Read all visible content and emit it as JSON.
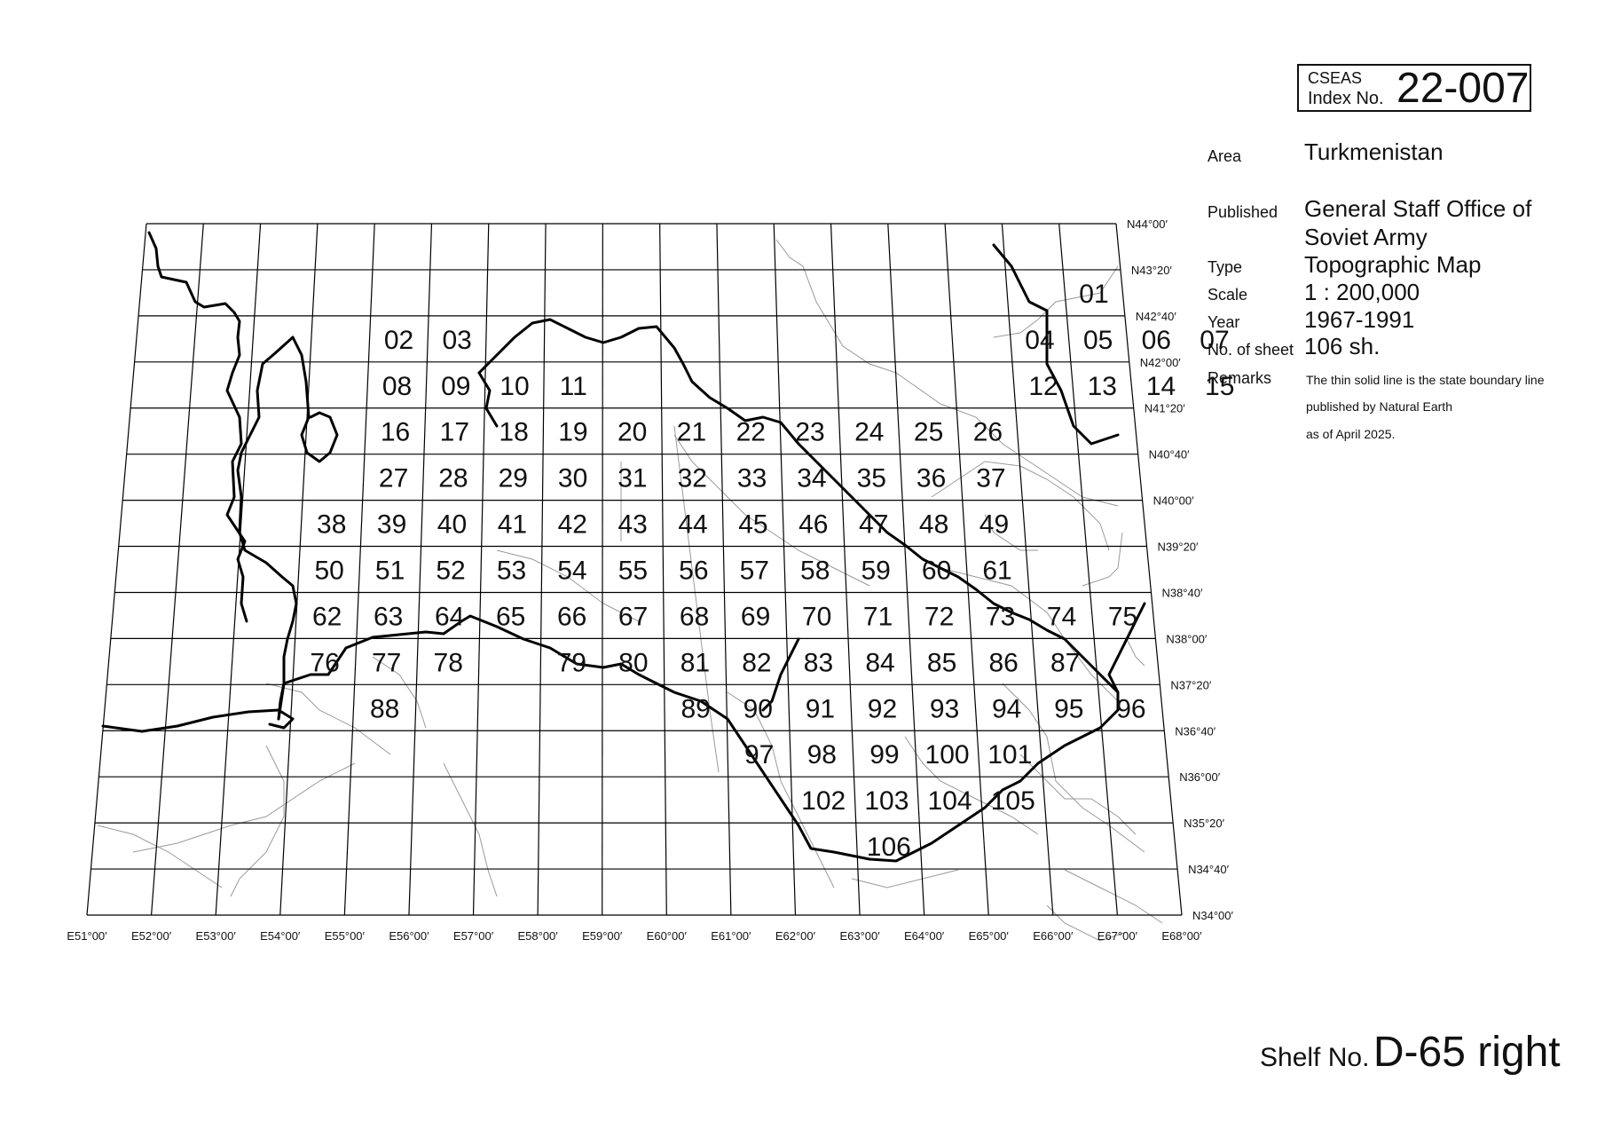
{
  "index_box": {
    "org": "CSEAS",
    "label": "Index No.",
    "number": "22-007"
  },
  "info": [
    {
      "key": "Area",
      "value": "Turkmenistan"
    },
    {
      "key": "Published",
      "value": [
        "General Staff Office of",
        "Soviet Army"
      ]
    },
    {
      "key": "Type",
      "value": "Topographic Map"
    },
    {
      "key": "Scale",
      "value": "1 : 200,000"
    },
    {
      "key": "Year",
      "value": "1967-1991"
    },
    {
      "key": "No. of sheet",
      "value": "106 sh."
    },
    {
      "key": "Remarks",
      "value": [
        "The thin solid line is the state boundary line",
        "published by Natural Earth",
        "as of April 2025."
      ]
    }
  ],
  "shelf": {
    "label": "Shelf No.",
    "value": "D-65 right"
  },
  "map": {
    "lon_labels": [
      "E51°00′",
      "E52°00′",
      "E53°00′",
      "E54°00′",
      "E55°00′",
      "E56°00′",
      "E57°00′",
      "E58°00′",
      "E59°00′",
      "E60°00′",
      "E61°00′",
      "E62°00′",
      "E63°00′",
      "E64°00′",
      "E65°00′",
      "E66°00′",
      "E67°00′",
      "E68°00′"
    ],
    "lat_labels": [
      "N44°00′",
      "N43°20′",
      "N42°40′",
      "N42°00′",
      "N41°20′",
      "N40°40′",
      "N40°00′",
      "N39°20′",
      "N38°40′",
      "N38°00′",
      "N37°20′",
      "N36°40′",
      "N36°00′",
      "N35°20′",
      "N34°40′",
      "N34°00′"
    ],
    "sheets": [
      {
        "n": "01",
        "row": 1,
        "col": 16
      },
      {
        "n": "02",
        "row": 2,
        "col": 4
      },
      {
        "n": "03",
        "row": 2,
        "col": 5
      },
      {
        "n": "04",
        "row": 2,
        "col": 15
      },
      {
        "n": "05",
        "row": 2,
        "col": 16
      },
      {
        "n": "06",
        "row": 2,
        "col": 17
      },
      {
        "n": "07",
        "row": 2,
        "col": 18
      },
      {
        "n": "08",
        "row": 3,
        "col": 4
      },
      {
        "n": "09",
        "row": 3,
        "col": 5
      },
      {
        "n": "10",
        "row": 3,
        "col": 6
      },
      {
        "n": "11",
        "row": 3,
        "col": 7
      },
      {
        "n": "12",
        "row": 3,
        "col": 15
      },
      {
        "n": "13",
        "row": 3,
        "col": 16
      },
      {
        "n": "14",
        "row": 3,
        "col": 17
      },
      {
        "n": "15",
        "row": 3,
        "col": 18
      },
      {
        "n": "16",
        "row": 4,
        "col": 4
      },
      {
        "n": "17",
        "row": 4,
        "col": 5
      },
      {
        "n": "18",
        "row": 4,
        "col": 6
      },
      {
        "n": "19",
        "row": 4,
        "col": 7
      },
      {
        "n": "20",
        "row": 4,
        "col": 8
      },
      {
        "n": "21",
        "row": 4,
        "col": 9
      },
      {
        "n": "22",
        "row": 4,
        "col": 10
      },
      {
        "n": "23",
        "row": 4,
        "col": 11
      },
      {
        "n": "24",
        "row": 4,
        "col": 12
      },
      {
        "n": "25",
        "row": 4,
        "col": 13
      },
      {
        "n": "26",
        "row": 4,
        "col": 14
      },
      {
        "n": "27",
        "row": 5,
        "col": 4
      },
      {
        "n": "28",
        "row": 5,
        "col": 5
      },
      {
        "n": "29",
        "row": 5,
        "col": 6
      },
      {
        "n": "30",
        "row": 5,
        "col": 7
      },
      {
        "n": "31",
        "row": 5,
        "col": 8
      },
      {
        "n": "32",
        "row": 5,
        "col": 9
      },
      {
        "n": "33",
        "row": 5,
        "col": 10
      },
      {
        "n": "34",
        "row": 5,
        "col": 11
      },
      {
        "n": "35",
        "row": 5,
        "col": 12
      },
      {
        "n": "36",
        "row": 5,
        "col": 13
      },
      {
        "n": "37",
        "row": 5,
        "col": 14
      },
      {
        "n": "38",
        "row": 6,
        "col": 3
      },
      {
        "n": "39",
        "row": 6,
        "col": 4
      },
      {
        "n": "40",
        "row": 6,
        "col": 5
      },
      {
        "n": "41",
        "row": 6,
        "col": 6
      },
      {
        "n": "42",
        "row": 6,
        "col": 7
      },
      {
        "n": "43",
        "row": 6,
        "col": 8
      },
      {
        "n": "44",
        "row": 6,
        "col": 9
      },
      {
        "n": "45",
        "row": 6,
        "col": 10
      },
      {
        "n": "46",
        "row": 6,
        "col": 11
      },
      {
        "n": "47",
        "row": 6,
        "col": 12
      },
      {
        "n": "48",
        "row": 6,
        "col": 13
      },
      {
        "n": "49",
        "row": 6,
        "col": 14
      },
      {
        "n": "50",
        "row": 7,
        "col": 3
      },
      {
        "n": "51",
        "row": 7,
        "col": 4
      },
      {
        "n": "52",
        "row": 7,
        "col": 5
      },
      {
        "n": "53",
        "row": 7,
        "col": 6
      },
      {
        "n": "54",
        "row": 7,
        "col": 7
      },
      {
        "n": "55",
        "row": 7,
        "col": 8
      },
      {
        "n": "56",
        "row": 7,
        "col": 9
      },
      {
        "n": "57",
        "row": 7,
        "col": 10
      },
      {
        "n": "58",
        "row": 7,
        "col": 11
      },
      {
        "n": "59",
        "row": 7,
        "col": 12
      },
      {
        "n": "60",
        "row": 7,
        "col": 13
      },
      {
        "n": "61",
        "row": 7,
        "col": 14
      },
      {
        "n": "62",
        "row": 8,
        "col": 3
      },
      {
        "n": "63",
        "row": 8,
        "col": 4
      },
      {
        "n": "64",
        "row": 8,
        "col": 5
      },
      {
        "n": "65",
        "row": 8,
        "col": 6
      },
      {
        "n": "66",
        "row": 8,
        "col": 7
      },
      {
        "n": "67",
        "row": 8,
        "col": 8
      },
      {
        "n": "68",
        "row": 8,
        "col": 9
      },
      {
        "n": "69",
        "row": 8,
        "col": 10
      },
      {
        "n": "70",
        "row": 8,
        "col": 11
      },
      {
        "n": "71",
        "row": 8,
        "col": 12
      },
      {
        "n": "72",
        "row": 8,
        "col": 13
      },
      {
        "n": "73",
        "row": 8,
        "col": 14
      },
      {
        "n": "74",
        "row": 8,
        "col": 15
      },
      {
        "n": "75",
        "row": 8,
        "col": 16
      },
      {
        "n": "76",
        "row": 9,
        "col": 3
      },
      {
        "n": "77",
        "row": 9,
        "col": 4
      },
      {
        "n": "78",
        "row": 9,
        "col": 5
      },
      {
        "n": "79",
        "row": 9,
        "col": 7
      },
      {
        "n": "80",
        "row": 9,
        "col": 8
      },
      {
        "n": "81",
        "row": 9,
        "col": 9
      },
      {
        "n": "82",
        "row": 9,
        "col": 10
      },
      {
        "n": "83",
        "row": 9,
        "col": 11
      },
      {
        "n": "84",
        "row": 9,
        "col": 12
      },
      {
        "n": "85",
        "row": 9,
        "col": 13
      },
      {
        "n": "86",
        "row": 9,
        "col": 14
      },
      {
        "n": "87",
        "row": 9,
        "col": 15
      },
      {
        "n": "88",
        "row": 10,
        "col": 4
      },
      {
        "n": "89",
        "row": 10,
        "col": 9
      },
      {
        "n": "90",
        "row": 10,
        "col": 10
      },
      {
        "n": "91",
        "row": 10,
        "col": 11
      },
      {
        "n": "92",
        "row": 10,
        "col": 12
      },
      {
        "n": "93",
        "row": 10,
        "col": 13
      },
      {
        "n": "94",
        "row": 10,
        "col": 14
      },
      {
        "n": "95",
        "row": 10,
        "col": 15
      },
      {
        "n": "96",
        "row": 10,
        "col": 16
      },
      {
        "n": "97",
        "row": 11,
        "col": 10
      },
      {
        "n": "98",
        "row": 11,
        "col": 11
      },
      {
        "n": "99",
        "row": 11,
        "col": 12
      },
      {
        "n": "100",
        "row": 11,
        "col": 13
      },
      {
        "n": "101",
        "row": 11,
        "col": 14
      },
      {
        "n": "102",
        "row": 12,
        "col": 11
      },
      {
        "n": "103",
        "row": 12,
        "col": 12
      },
      {
        "n": "104",
        "row": 12,
        "col": 13
      },
      {
        "n": "105",
        "row": 12,
        "col": 14
      },
      {
        "n": "106",
        "row": 13,
        "col": 12
      }
    ]
  }
}
